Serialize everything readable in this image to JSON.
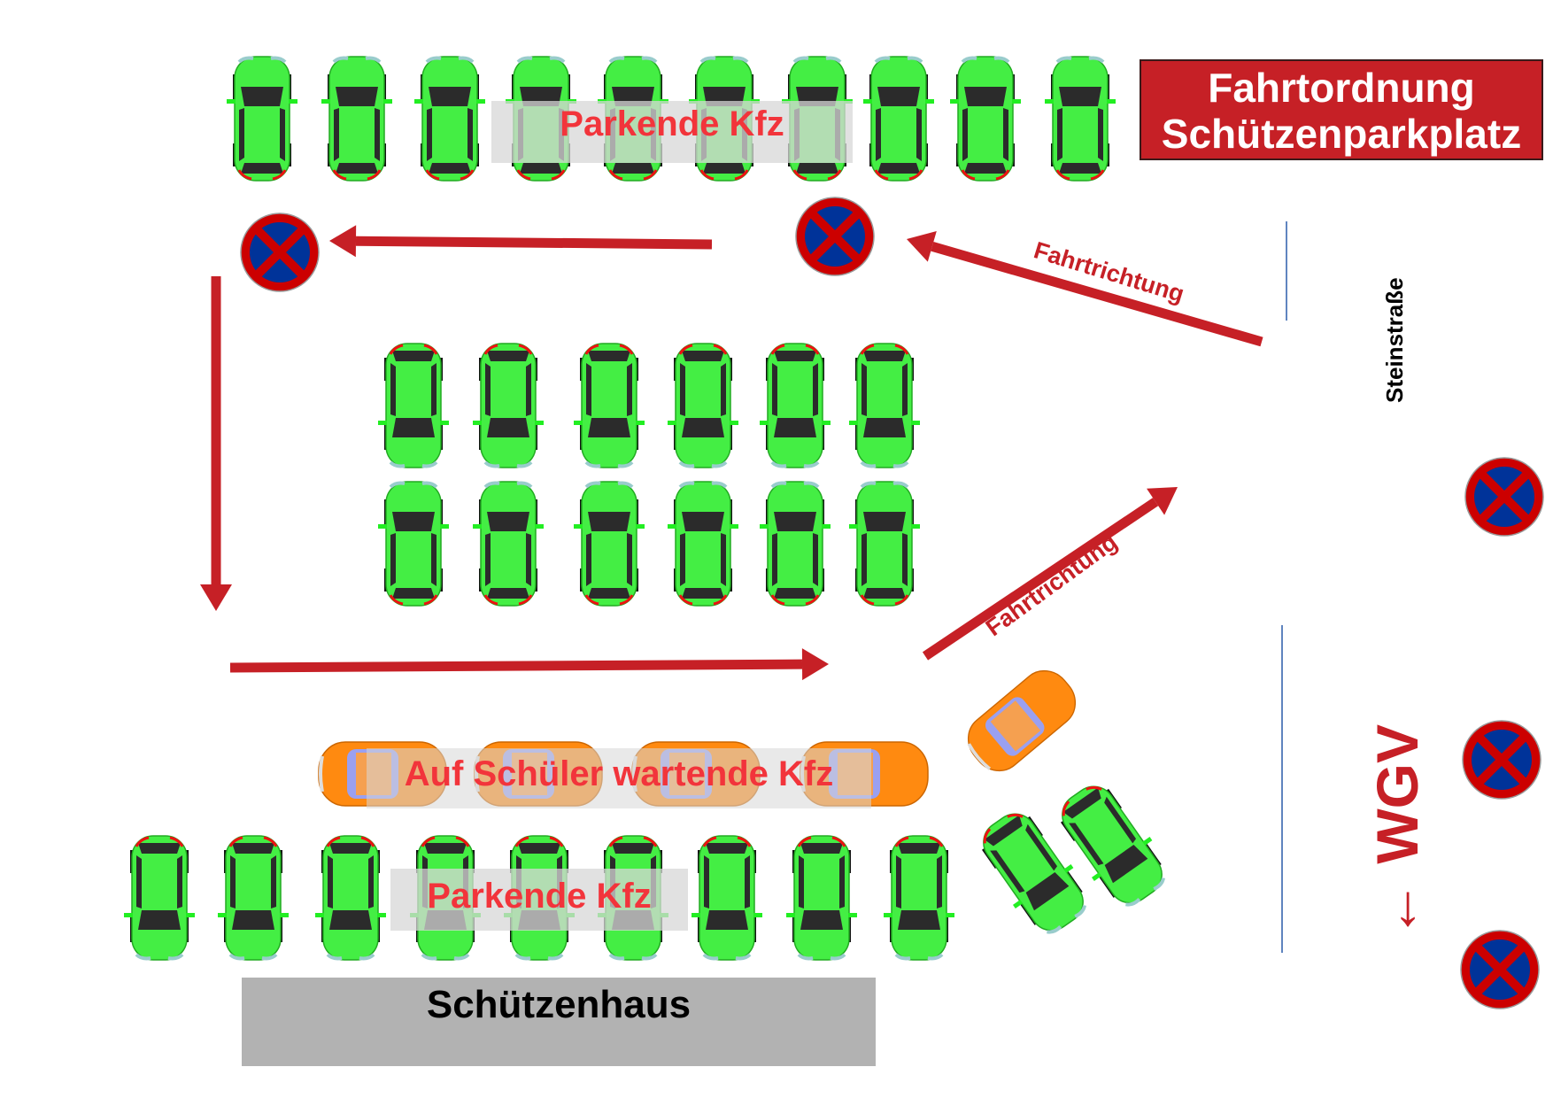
{
  "title": {
    "line1": "Fahrtordnung",
    "line2": "Schützenparkplatz"
  },
  "labels": {
    "parking_top": "Parkende Kfz",
    "parking_bottom": "Parkende Kfz",
    "waiting": "Auf Schüler wartende Kfz",
    "direction_1": "Fahrtrichtung",
    "direction_2": "Fahrtrichtung",
    "building": "Schützenhaus",
    "street": "Steinstraße",
    "school": "← WGV"
  },
  "counts": {
    "top_row_cars": 10,
    "middle_row_1_cars": 6,
    "middle_row_2_cars": 6,
    "waiting_cars": 5,
    "bottom_row_cars": 9,
    "angled_cars": 2,
    "no_stopping_signs": 5
  },
  "icons": {
    "car": "car-green-icon",
    "waiting_car": "car-orange-icon",
    "sign": "no-stopping-sign-icon",
    "arrow": "direction-arrow"
  },
  "colors": {
    "arrow": "#c62026",
    "title_bg": "#c62026",
    "car_green": "#44ee44",
    "car_orange": "#ff8a10",
    "sign_red": "#cc0000",
    "sign_blue": "#003399",
    "street_line": "#2a5caa",
    "label_text": "#f2343b",
    "house_bg": "#b2b2b2"
  }
}
